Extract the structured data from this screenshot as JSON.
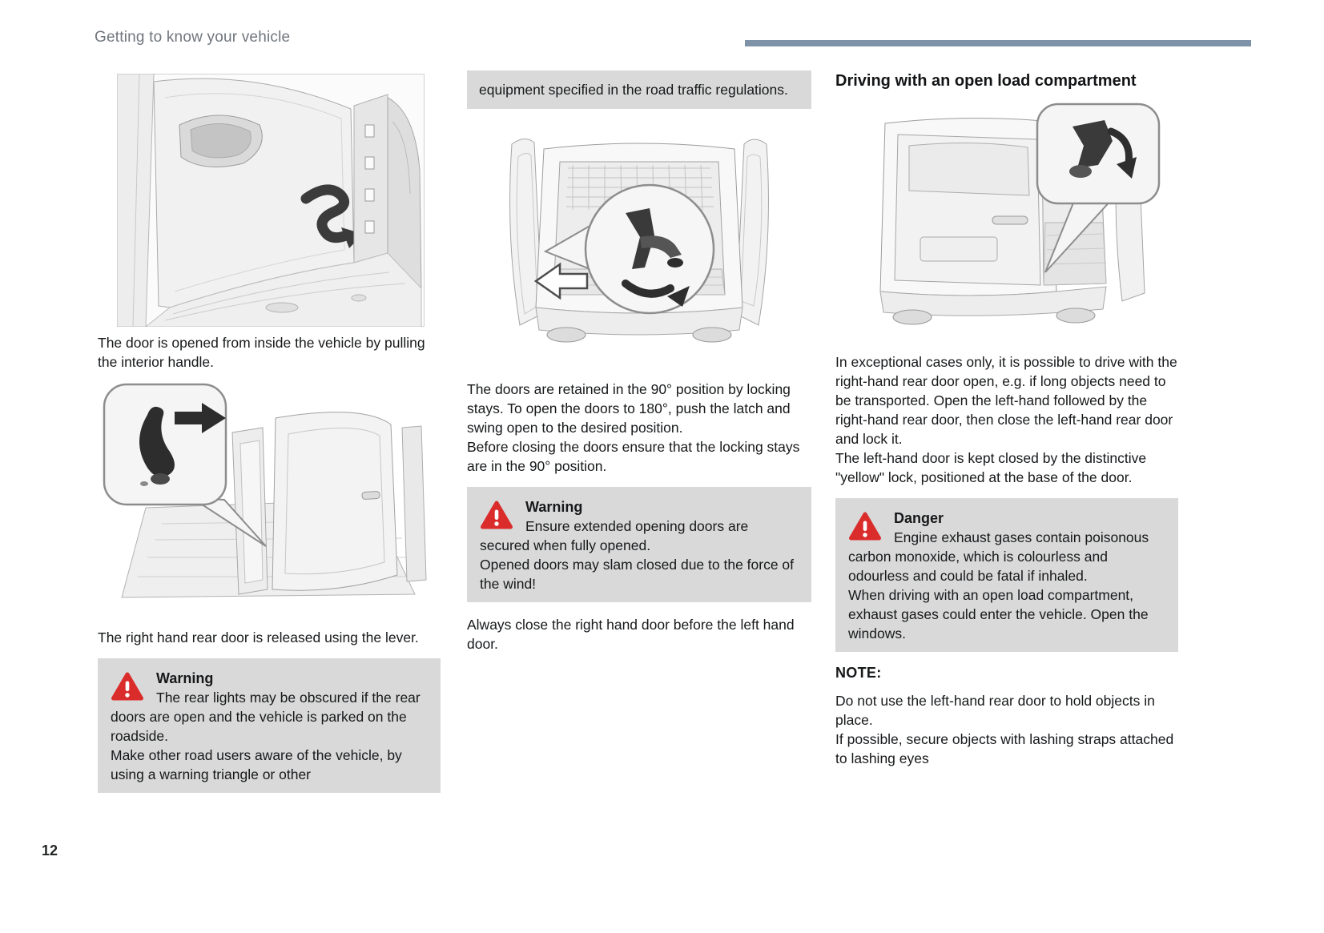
{
  "page": {
    "header": "Getting to know your vehicle",
    "page_number": "12"
  },
  "colors": {
    "accent_bar": "#7e93a8",
    "alert_red": "#db2c2c",
    "box_bg": "#d9d9d9"
  },
  "icons": {
    "warning_icon": "red-triangle-exclamation",
    "danger_icon": "red-triangle-exclamation"
  },
  "col1": {
    "caption1": "The door is opened from inside the vehicle by pulling the interior handle.",
    "caption2": "The right hand rear door is released using the lever.",
    "warning": {
      "title": "Warning",
      "text1": "The rear lights may be obscured if the rear doors are open and the vehicle is parked on the roadside.",
      "text2": "Make other road users aware of the vehicle, by using a warning triangle or other"
    }
  },
  "col2": {
    "warning_continuation": "equipment specified in the road traffic regulations.",
    "para1a": "The doors are retained in the 90° position by locking stays. To open the doors to 180°, push the latch and swing open to the desired position.",
    "para1b": "Before closing the doors ensure that the locking stays are in the 90° position.",
    "warning": {
      "title": "Warning",
      "text1": "Ensure extended opening doors are secured when fully opened.",
      "text2": "Opened doors may slam closed due to the force of the wind!"
    },
    "para2": "Always close the right hand door before the left hand door."
  },
  "col3": {
    "heading": "Driving with an open load compartment",
    "para1": "In exceptional cases only, it is possible to drive with the right-hand rear door open, e.g. if long objects need to be transported. Open the left-hand followed by the right-hand rear door, then close the left-hand rear door and lock it.",
    "para2": "The left-hand door is kept closed by the distinctive \"yellow\" lock, positioned at the base of the door.",
    "danger": {
      "title": "Danger",
      "text1": "Engine exhaust gases contain poisonous carbon monoxide, which is colourless and odourless and could be fatal if inhaled.",
      "text2": "When driving with an open load compartment, exhaust gases could enter the vehicle. Open the windows."
    },
    "note_heading": "NOTE:",
    "note1": "Do not use the left-hand rear door to hold objects in place.",
    "note2": "If possible, secure objects with lashing straps attached to lashing eyes"
  }
}
